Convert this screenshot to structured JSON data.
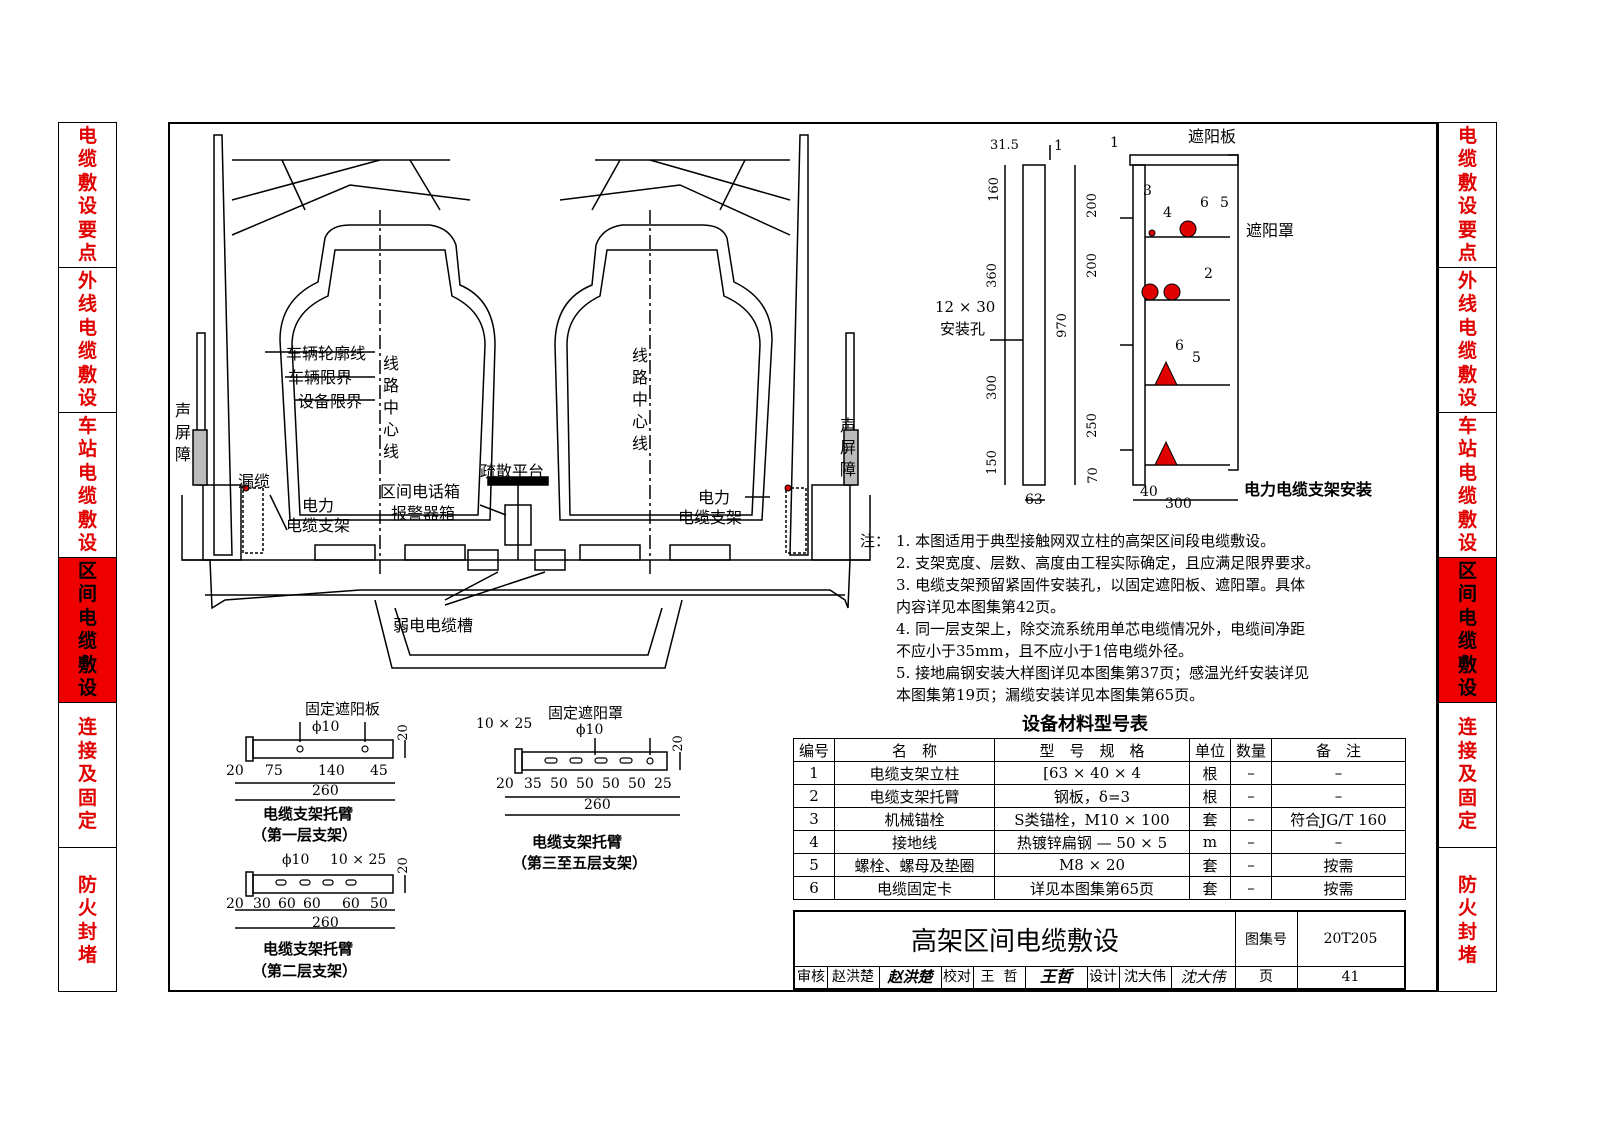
{
  "side_tabs": {
    "items": [
      {
        "label": "电缆敷设要点",
        "active": false
      },
      {
        "label": "外线电缆敷设",
        "active": false
      },
      {
        "label": "车站电缆敷设",
        "active": false
      },
      {
        "label": "区间电缆敷设",
        "active": true
      },
      {
        "label": "连接及固定",
        "active": false
      },
      {
        "label": "防火封堵",
        "active": false
      }
    ]
  },
  "section": {
    "labels": {
      "vehicle_contour": "车辆轮廓线",
      "vehicle_limit": "车辆限界",
      "equipment_limit": "设备限界",
      "line_center_left": "线路中心线",
      "line_center_right": "线路中心线",
      "sound_barrier_left": "声屏障",
      "sound_barrier_right": "声屏障",
      "leaky_cable": "漏缆",
      "power_left_1": "电力",
      "power_left_2": "电缆支架",
      "power_right_1": "电力",
      "power_right_2": "电缆支架",
      "phone_box": "区间电话箱",
      "alarm_box": "报警器箱",
      "evac_platform": "疏散平台",
      "weak_trough": "弱电电缆槽"
    }
  },
  "bracket_install": {
    "title": "电力电缆支架安装",
    "sunshade_board": "遮阳板",
    "sunshade_cover": "遮阳罩",
    "hole_label_1": "12 × 30",
    "hole_label_2": "安装孔",
    "dims": {
      "top_w": "31.5",
      "d160": "160",
      "d360": "360",
      "d300": "300",
      "d150": "150",
      "d970": "970",
      "d200a": "200",
      "d200b": "200",
      "d250": "250",
      "d70": "70",
      "w63": "63",
      "w40": "40",
      "w300": "300"
    },
    "callouts": [
      "1",
      "1",
      "3",
      "4",
      "6",
      "5",
      "2",
      "6",
      "5"
    ]
  },
  "arms": {
    "arm1": {
      "caption1": "电缆支架托臂",
      "caption2": "（第一层支架）",
      "fix": "固定遮阳板",
      "hole": "ϕ10",
      "h": "20",
      "dims": [
        "20",
        "75",
        "140",
        "45"
      ],
      "total": "260"
    },
    "arm2": {
      "caption1": "电缆支架托臂",
      "caption2": "（第二层支架）",
      "hole": "ϕ10",
      "slot": "10 × 25",
      "h": "20",
      "dims": [
        "20",
        "30",
        "60",
        "60",
        "60",
        "50"
      ],
      "total": "260"
    },
    "arm3": {
      "caption1": "电缆支架托臂",
      "caption2": "（第三至五层支架）",
      "fix": "固定遮阳罩",
      "hole": "ϕ10",
      "slot": "10 × 25",
      "h": "20",
      "dims": [
        "20",
        "35",
        "50",
        "50",
        "50",
        "50",
        "25"
      ],
      "total": "260"
    }
  },
  "notes": {
    "prefix": "注：",
    "lines": [
      "1.  本图适用于典型接触网双立柱的高架区间段电缆敷设。",
      "2.  支架宽度、层数、高度由工程实际确定，且应满足限界要求。",
      "3.  电缆支架预留紧固件安装孔，以固定遮阳板、遮阳罩。具体",
      "     内容详见本图集第42页。",
      "4.  同一层支架上，除交流系统用单芯电缆情况外，电缆间净距",
      "     不应小于35mm，且不应小于1倍电缆外径。",
      "5.  接地扁钢安装大样图详见本图集第37页；感温光纤安装详见",
      "     本图集第19页；漏缆安装详见本图集第65页。"
    ]
  },
  "bom": {
    "title": "设备材料型号表",
    "headers": [
      "编号",
      "名　称",
      "型　号　规　格",
      "单位",
      "数量",
      "备　注"
    ],
    "rows": [
      [
        "1",
        "电缆支架立柱",
        "[63 × 40 × 4",
        "根",
        "–",
        "–"
      ],
      [
        "2",
        "电缆支架托臂",
        "钢板，δ=3",
        "根",
        "–",
        "–"
      ],
      [
        "3",
        "机械锚栓",
        "S类锚栓，M10 × 100",
        "套",
        "–",
        "符合JG/T 160"
      ],
      [
        "4",
        "接地线",
        "热镀锌扁钢 — 50 × 5",
        "m",
        "–",
        "–"
      ],
      [
        "5",
        "螺栓、螺母及垫圈",
        "M8 × 20",
        "套",
        "–",
        "按需"
      ],
      [
        "6",
        "电缆固定卡",
        "详见本图集第65页",
        "套",
        "–",
        "按需"
      ]
    ]
  },
  "title_block": {
    "title": "高架区间电缆敷设",
    "atlas_label": "图集号",
    "atlas_no": "20T205",
    "review_label": "审核",
    "reviewer": "赵洪楚",
    "reviewer_sig": "赵洪楚",
    "check_label": "校对",
    "checker": "王  哲",
    "checker_sig": "王哲",
    "design_label": "设计",
    "designer": "沈大伟",
    "designer_sig": "沈大伟",
    "page_label": "页",
    "page_no": "41"
  },
  "colors": {
    "tab_active_bg": "#ee0000",
    "tab_text": "#e00000",
    "cable_red": "#e00000"
  }
}
